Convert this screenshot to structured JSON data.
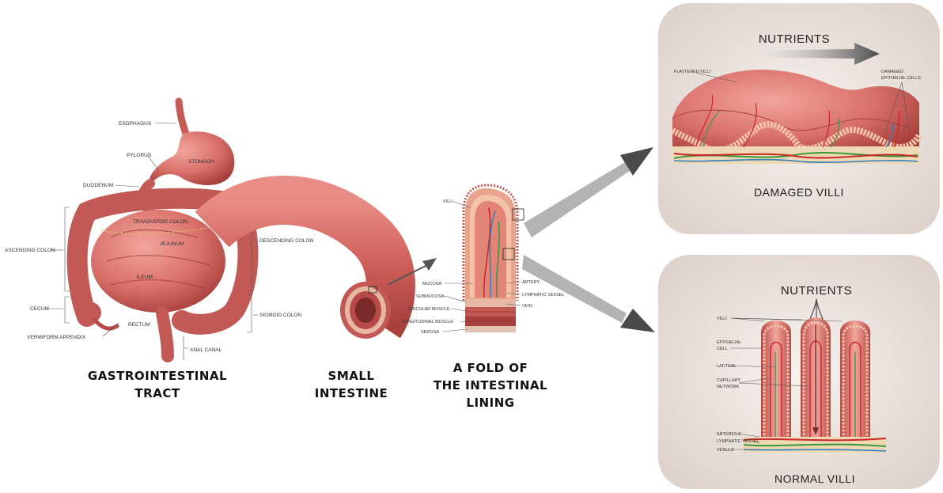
{
  "gi": {
    "title_line1": "GASTROINTESTINAL",
    "title_line2": "TRACT",
    "labels": {
      "esophagus": "ESOPHAGUS",
      "pylorus": "PYLORUS",
      "stomach": "STOMACH",
      "duodenum": "DUODENUM",
      "transverse_colon": "TRANSVERSE COLON",
      "jejunum": "JEJUNUM",
      "ascending_colon": "ASCENDING COLON",
      "descending_colon": "DESCENDING COLON",
      "ileum": "ILEUM",
      "cecum": "CECUM",
      "sigmoid_colon": "SIGMOID COLON",
      "rectum": "RECTUM",
      "vermiform_appendix": "VERMIFORM APPENDIX",
      "anal_canal": "ANAL CANAL"
    }
  },
  "small_intestine": {
    "title_line1": "SMALL",
    "title_line2": "INTESTINE"
  },
  "fold": {
    "title_line1": "A FOLD OF",
    "title_line2": "THE INTESTINAL",
    "title_line3": "LINING",
    "labels": {
      "villi": "VILLI",
      "mucosa": "MUCOSA",
      "submucosa": "SUBMUCOSA",
      "circular_muscle": "CIRCULAR MUSCLE",
      "longitudinal_muscle": "LONGITUDINAL MUSCLE",
      "serosa": "SEROSA",
      "artery": "ARTERY",
      "lymphatic_vessel": "LYMPHATIC VESSEL",
      "vein": "VEIN"
    }
  },
  "damaged": {
    "nutrients": "NUTRIENTS",
    "title": "DAMAGED VILLI",
    "labels": {
      "flattened_villi": "FLATTENED VILLI",
      "damaged_cells_1": "DAMAGED",
      "damaged_cells_2": "EPITHELIAL CELLS"
    }
  },
  "normal": {
    "nutrients": "NUTRIENTS",
    "title": "NORMAL VILLI",
    "labels": {
      "villi": "VILLI",
      "epithelial_1": "EPITHELIAL",
      "epithelial_2": "CELL",
      "lacteal": "LACTEAL",
      "capillary_1": "CAPILLARY",
      "capillary_2": "NETWORK",
      "arteriole": "ARTERIOLE",
      "lymphatic_vessel": "LYMPHATIC VESSEL",
      "venule": "VENULE"
    }
  },
  "colors": {
    "tissue": "#d9706a",
    "tissue_dark": "#a8403c",
    "panel_bg": "#ece4df",
    "artery": "#c8262b",
    "vein": "#2f7fc1",
    "lymph": "#3a9a3a",
    "arrow": "#5a5a5a"
  }
}
